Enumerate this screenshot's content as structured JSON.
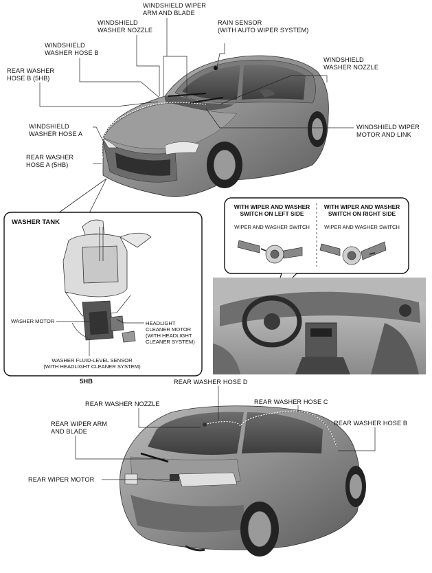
{
  "labels": {
    "wiper_arm_blade": "WINDSHIELD WIPER\nARM AND BLADE",
    "washer_nozzle_left": "WINDSHIELD\nWASHER NOZZLE",
    "rain_sensor": "RAIN SENSOR\n(WITH AUTO WIPER SYSTEM)",
    "washer_hose_b": "WINDSHIELD\nWASHER HOSE B",
    "rear_washer_hose_b_5hb": "REAR WASHER\nHOSE B (5HB)",
    "washer_nozzle_right": "WINDSHIELD\nWASHER NOZZLE",
    "washer_hose_a": "WINDSHIELD\nWASHER HOSE A",
    "wiper_motor_link": "WINDSHIELD WIPER\nMOTOR AND LINK",
    "rear_washer_hose_a_5hb": "REAR WASHER\nHOSE A (5HB)"
  },
  "washer_tank_box": {
    "title": "WASHER TANK",
    "washer_motor": "WASHER MOTOR",
    "headlight_cleaner_motor": "HEADLIGHT\nCLEANER MOTOR\n(WITH HEADLIGHT\nCLEANER SYSTEM)",
    "fluid_level_sensor": "WASHER FLUID-LEVEL SENSOR\n(WITH HEADLIGHT CLEANER SYSTEM)"
  },
  "switch_box": {
    "left_title": "WITH WIPER AND WASHER\nSWITCH ON LEFT SIDE",
    "right_title": "WITH WIPER AND WASHER\nSWITCH ON RIGHT SIDE",
    "left_switch": "WIPER AND WASHER SWITCH",
    "right_switch": "WIPER AND WASHER SWITCH"
  },
  "rear": {
    "variant": "5HB",
    "rear_washer_hose_d": "REAR WASHER HOSE D",
    "rear_washer_nozzle": "REAR WASHER NOZZLE",
    "rear_washer_hose_c": "REAR WASHER HOSE C",
    "rear_wiper_arm_blade": "REAR WIPER ARM\nAND BLADE",
    "rear_washer_hose_b": "REAR WASHER HOSE B",
    "rear_wiper_motor": "REAR WIPER MOTOR"
  }
}
